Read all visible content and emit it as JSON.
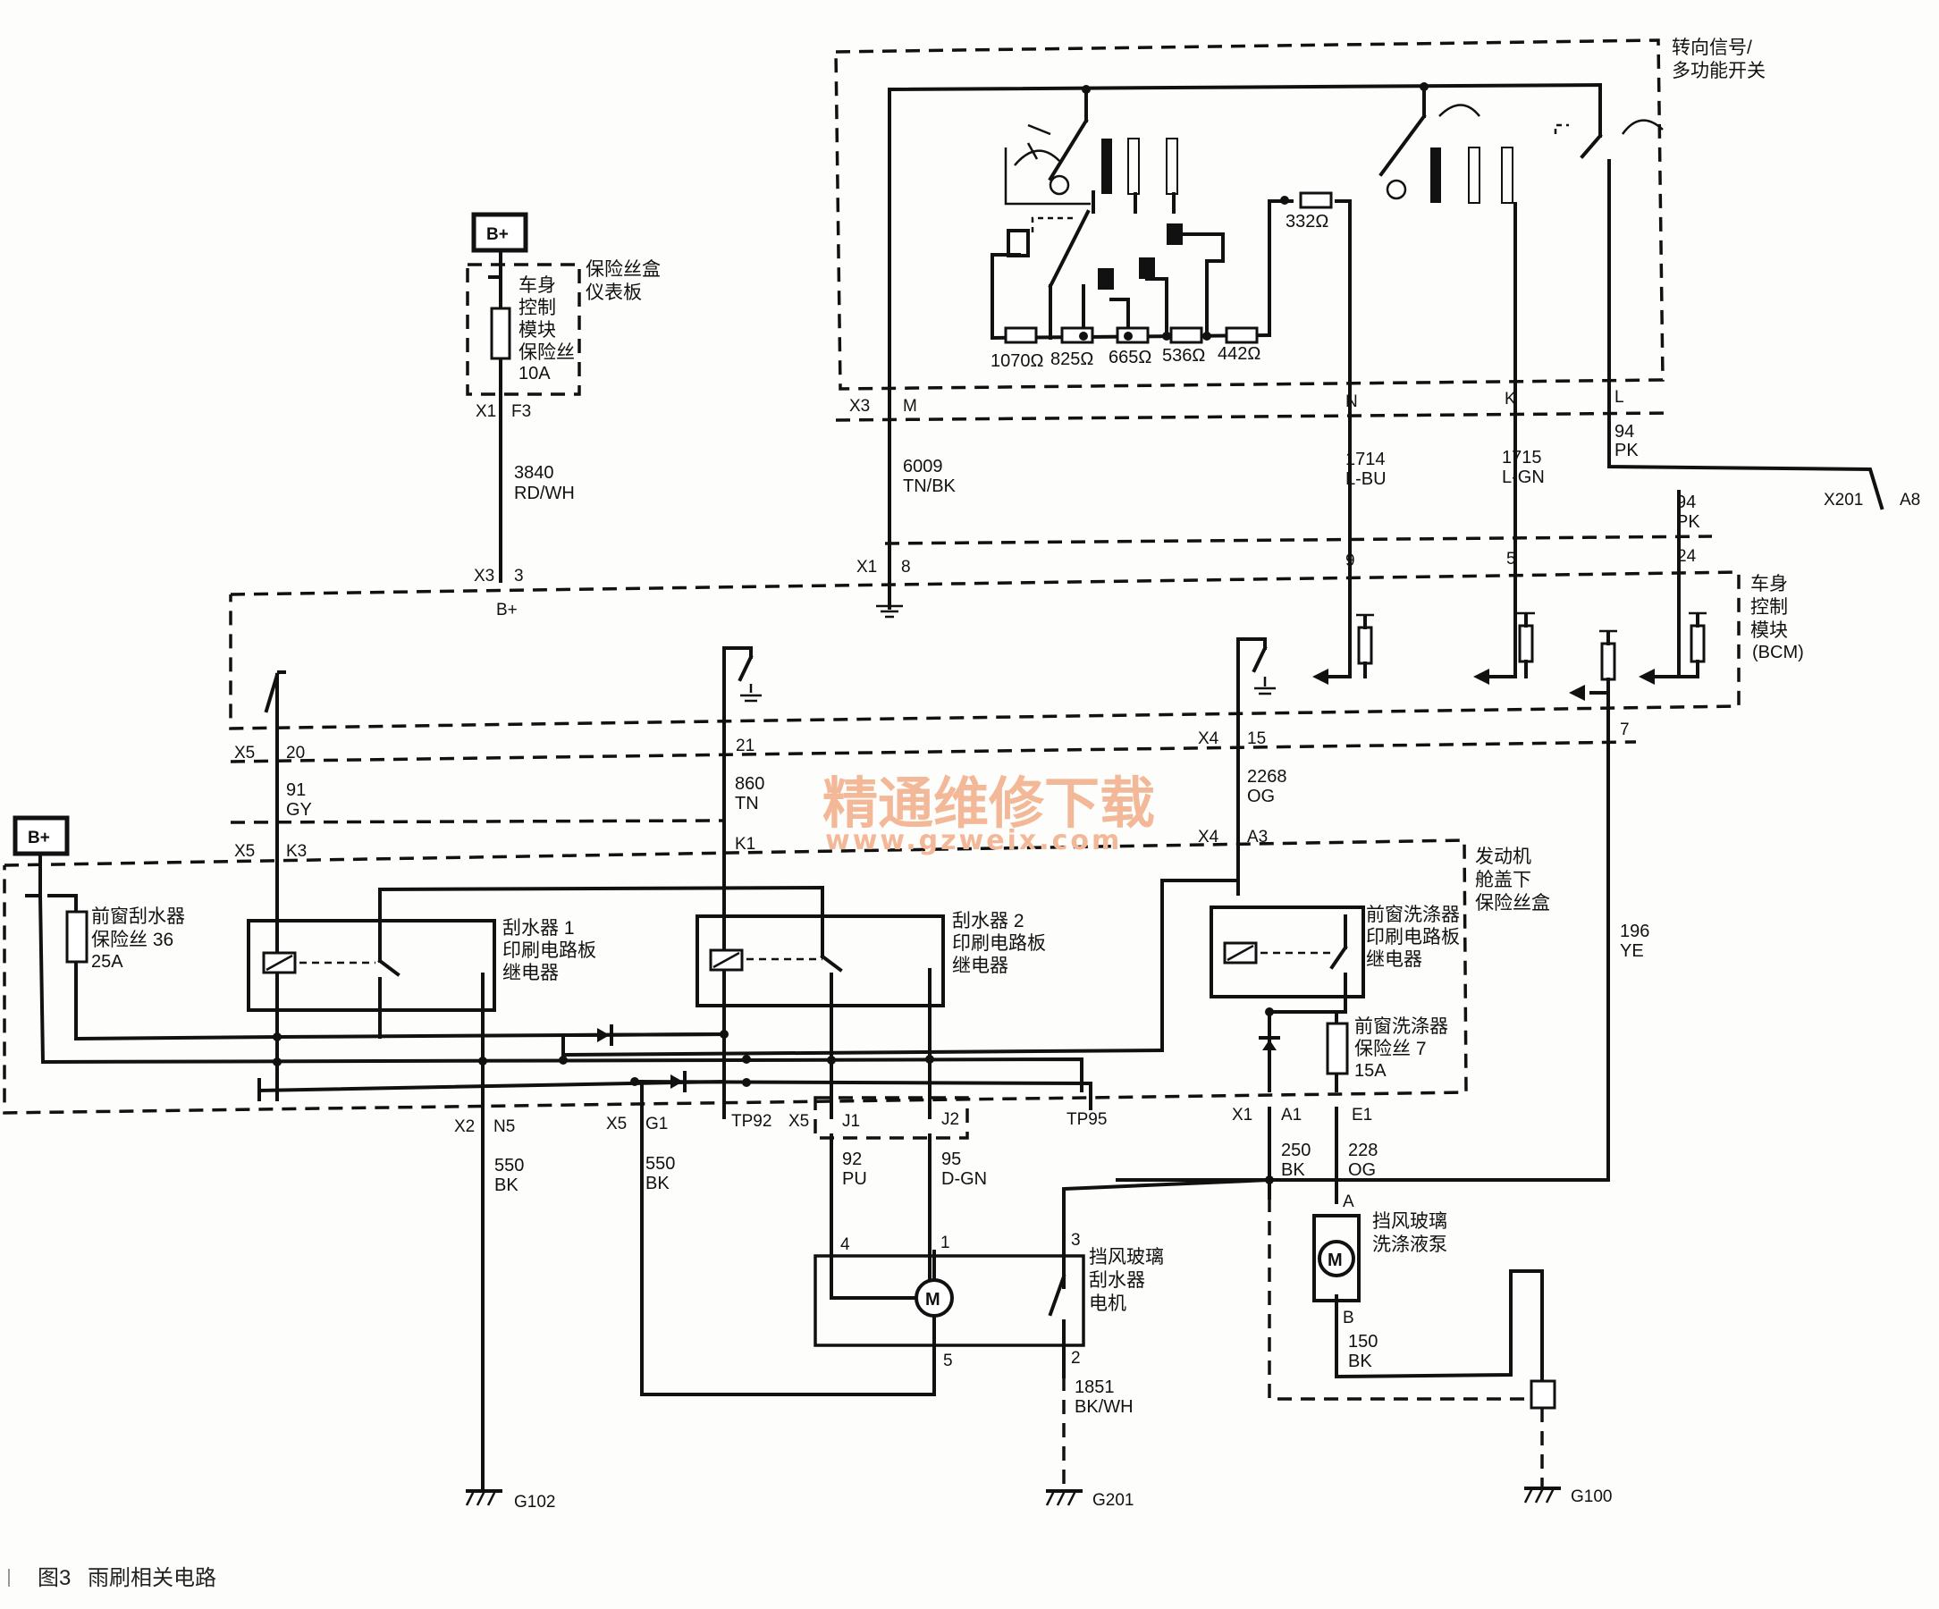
{
  "figure": {
    "caption_number": "图3",
    "caption_title": "雨刷相关电路",
    "watermark_cn": "精通维修下载",
    "watermark_url": "www.gzweix.com"
  },
  "power": {
    "b_plus": "B+"
  },
  "fuse_box_ip": {
    "title_l1": "保险丝盒",
    "title_l2": "仪表板",
    "fuse_l1": "车身",
    "fuse_l2": "控制",
    "fuse_l3": "模块",
    "fuse_l4": "保险丝",
    "fuse_rating": "10A"
  },
  "switch": {
    "title_l1": "转向信号/",
    "title_l2": "多功能开关",
    "resistors": [
      "1070Ω",
      "825Ω",
      "665Ω",
      "536Ω",
      "442Ω",
      "332Ω"
    ],
    "pins": {
      "m": "M",
      "n": "N",
      "k": "K",
      "l": "L"
    }
  },
  "bcm": {
    "l1": "车身",
    "l2": "控制",
    "l3": "模块",
    "l4": "(BCM)"
  },
  "underhood": {
    "title_l1": "发动机",
    "title_l2": "舱盖下",
    "title_l3": "保险丝盒",
    "wiper_fuse_l1": "前窗刮水器",
    "wiper_fuse_l2": "保险丝 36",
    "wiper_fuse_rating": "25A",
    "relay1_l1": "刮水器 1",
    "relay1_l2": "印刷电路板",
    "relay1_l3": "继电器",
    "relay2_l1": "刮水器 2",
    "relay2_l2": "印刷电路板",
    "relay2_l3": "继电器",
    "relay3_l1": "前窗洗涤器",
    "relay3_l2": "印刷电路板",
    "relay3_l3": "继电器",
    "washer_fuse_l1": "前窗洗涤器",
    "washer_fuse_l2": "保险丝 7",
    "washer_fuse_rating": "15A"
  },
  "motor": {
    "l1": "挡风玻璃",
    "l2": "刮水器",
    "l3": "电机",
    "m": "M",
    "pins": [
      "4",
      "1",
      "3",
      "5",
      "2"
    ]
  },
  "pump": {
    "l1": "挡风玻璃",
    "l2": "洗涤液泵",
    "m": "M",
    "pin_a": "A",
    "pin_b": "B"
  },
  "connectors": {
    "x1": "X1",
    "x3": "X3",
    "x4": "X4",
    "x5": "X5",
    "x2": "X2",
    "x201": "X201",
    "f3": "F3",
    "p3": "3",
    "p8": "8",
    "p9": "9",
    "p5": "5",
    "p24": "24",
    "p20": "20",
    "p21": "21",
    "p15": "15",
    "p7": "7",
    "k3": "K3",
    "k1": "K1",
    "a3": "A3",
    "a8": "A8",
    "n5": "N5",
    "g1": "G1",
    "tp92": "TP92",
    "j1": "J1",
    "j2": "J2",
    "tp95": "TP95",
    "a1": "A1",
    "e1": "E1"
  },
  "wires": {
    "w3840": "3840",
    "w3840c": "RD/WH",
    "w6009": "6009",
    "w6009c": "TN/BK",
    "w1714": "1714",
    "w1714c": "L-BU",
    "w1715": "1715",
    "w1715c": "L-GN",
    "w94a": "94",
    "w94ac": "PK",
    "w94b": "94",
    "w94bc": "PK",
    "w91": "91",
    "w91c": "GY",
    "w860": "860",
    "w860c": "TN",
    "w2268": "2268",
    "w2268c": "OG",
    "w196": "196",
    "w196c": "YE",
    "w550a": "550",
    "w550ac": "BK",
    "w550b": "550",
    "w550bc": "BK",
    "w92": "92",
    "w92c": "PU",
    "w95": "95",
    "w95c": "D-GN",
    "w250": "250",
    "w250c": "BK",
    "w228": "228",
    "w228c": "OG",
    "w150": "150",
    "w150c": "BK",
    "w1851": "1851",
    "w1851c": "BK/WH"
  },
  "grounds": {
    "g102": "G102",
    "g201": "G201",
    "g100": "G100"
  }
}
